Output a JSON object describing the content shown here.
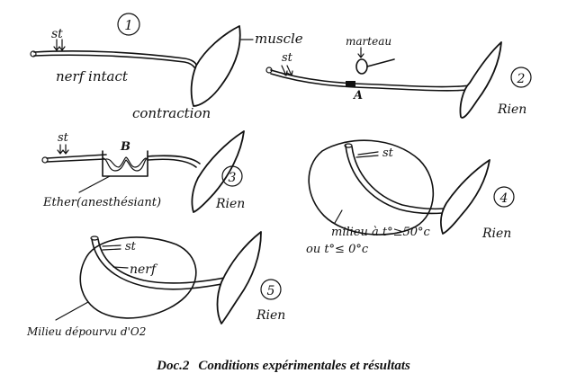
{
  "panels": [
    {
      "number": "1",
      "stim": "st",
      "labels": {
        "nerve": "nerf intact",
        "muscle": "muscle",
        "result": "contraction"
      }
    },
    {
      "number": "2",
      "stim": "st",
      "labels": {
        "hammer": "marteau",
        "point": "A",
        "result": "Rien"
      }
    },
    {
      "number": "3",
      "stim": "st",
      "labels": {
        "point": "B",
        "ether": "Ether(anesthésiant)",
        "result": "Rien"
      }
    },
    {
      "number": "4",
      "stim": "st",
      "labels": {
        "medium_line1": "milieu à t°≥50°c",
        "medium_line2": "ou t°≤ 0°c",
        "result": "Rien"
      }
    },
    {
      "number": "5",
      "stim": "st",
      "labels": {
        "nerve": "nerf",
        "medium": "Milieu dépourvu d'O2",
        "result": "Rien"
      }
    }
  ],
  "caption": {
    "doc": "Doc.2",
    "title": "Conditions expérimentales et résultats"
  }
}
